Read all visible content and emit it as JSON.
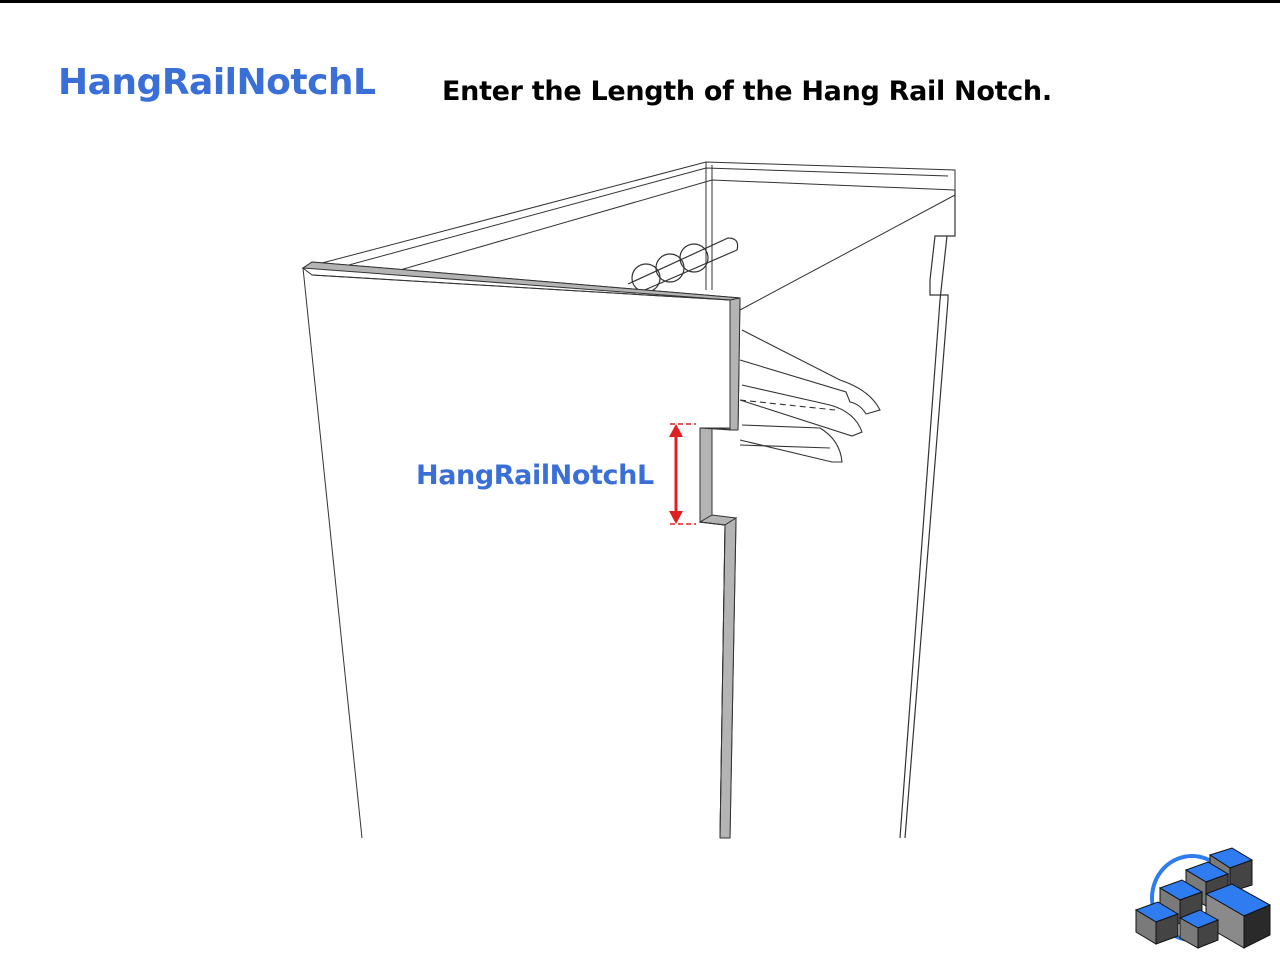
{
  "parameter_name": "HangRailNotchL",
  "instruction": "Enter the Length of the Hang Rail Notch.",
  "dimension_label": "HangRailNotchL",
  "colors": {
    "title_blue": "#3a6fd8",
    "dimension_red": "#e02020",
    "panel_edge_gray": "#b4b4b4",
    "logo_blue": "#2f7bf0"
  },
  "icons": {
    "logo": "cube-cluster-logo-icon",
    "dimension": "double-arrow-icon"
  }
}
